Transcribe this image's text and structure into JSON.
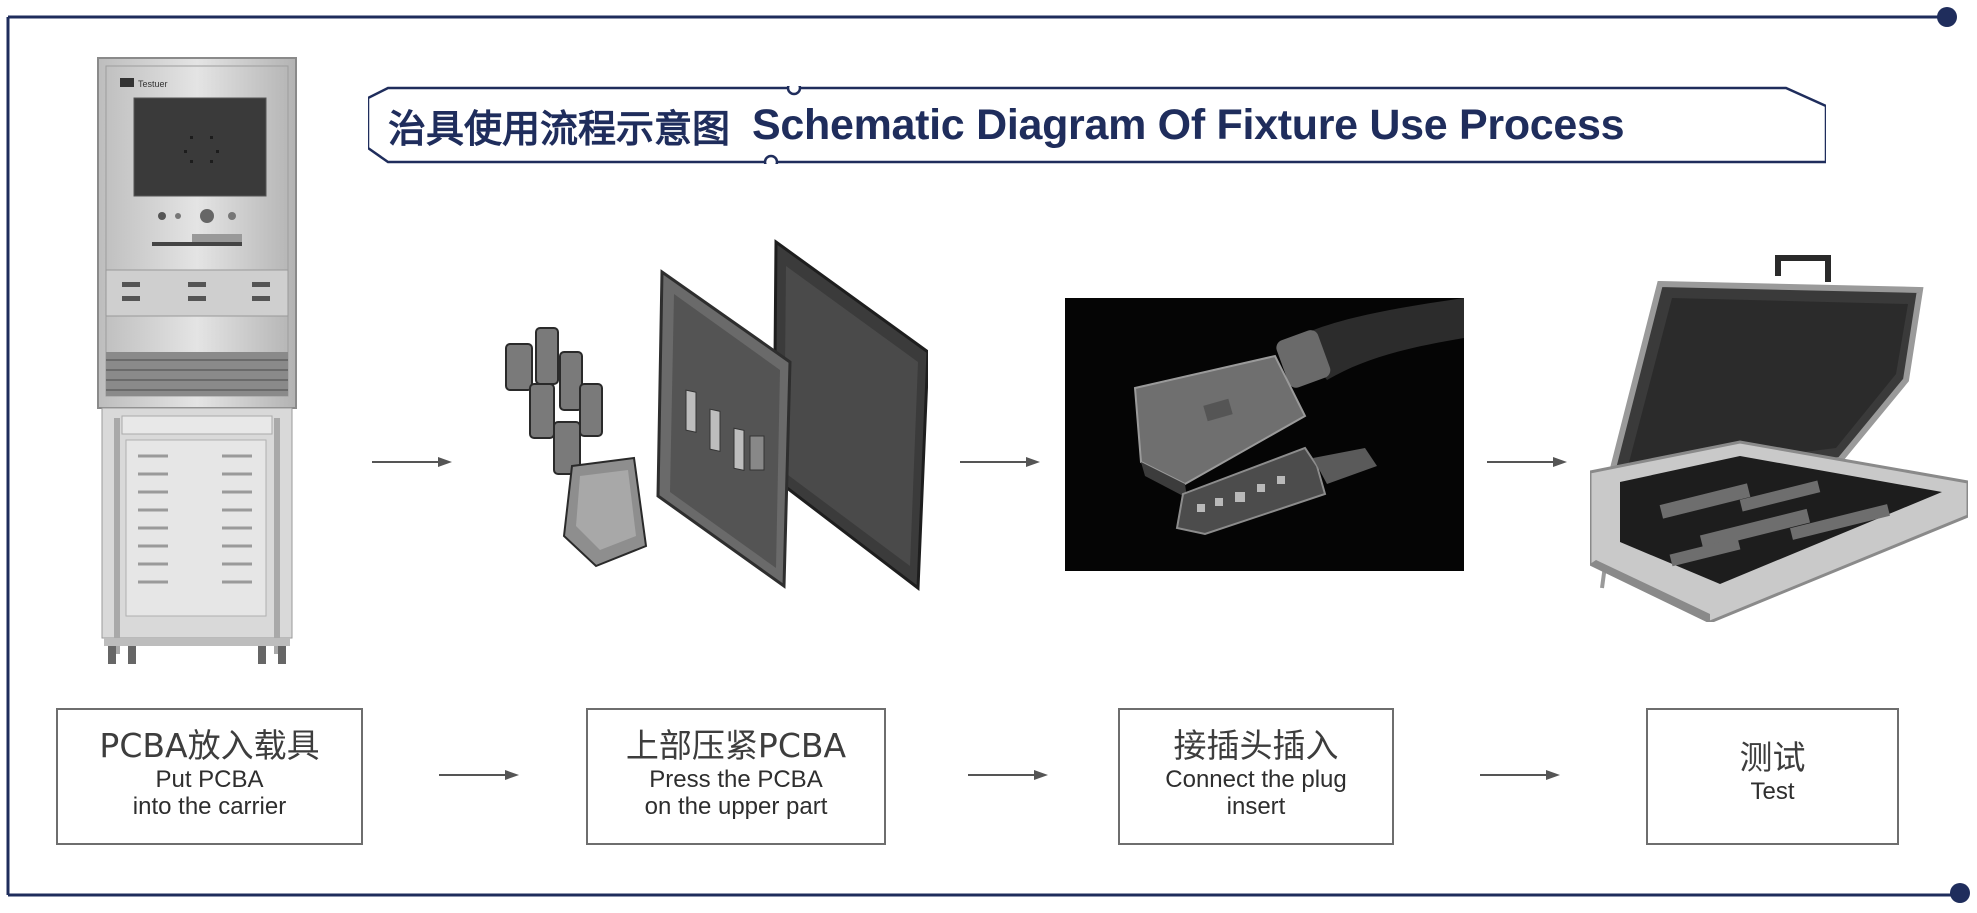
{
  "title": {
    "chinese": "治具使用流程示意图",
    "english": "Schematic Diagram Of Fixture Use Process"
  },
  "brand_logo_text": "Testuer",
  "steps": [
    {
      "cn": "PCBA放入载具",
      "en_line1": "Put PCBA",
      "en_line2": "into the carrier",
      "image": "test-cabinet"
    },
    {
      "cn": "上部压紧PCBA",
      "en_line1": "Press the PCBA",
      "en_line2": "on the upper part",
      "image": "exploded-fixture"
    },
    {
      "cn": "接插头插入",
      "en_line1": "Connect the plug",
      "en_line2": "insert",
      "image": "plug-connector"
    },
    {
      "cn": "测试",
      "en_line1": "Test",
      "en_line2": "",
      "image": "open-test-fixture"
    }
  ],
  "colors": {
    "frame": "#1f2d5c",
    "label_border": "#6e6e6e",
    "arrow": "#555555"
  }
}
